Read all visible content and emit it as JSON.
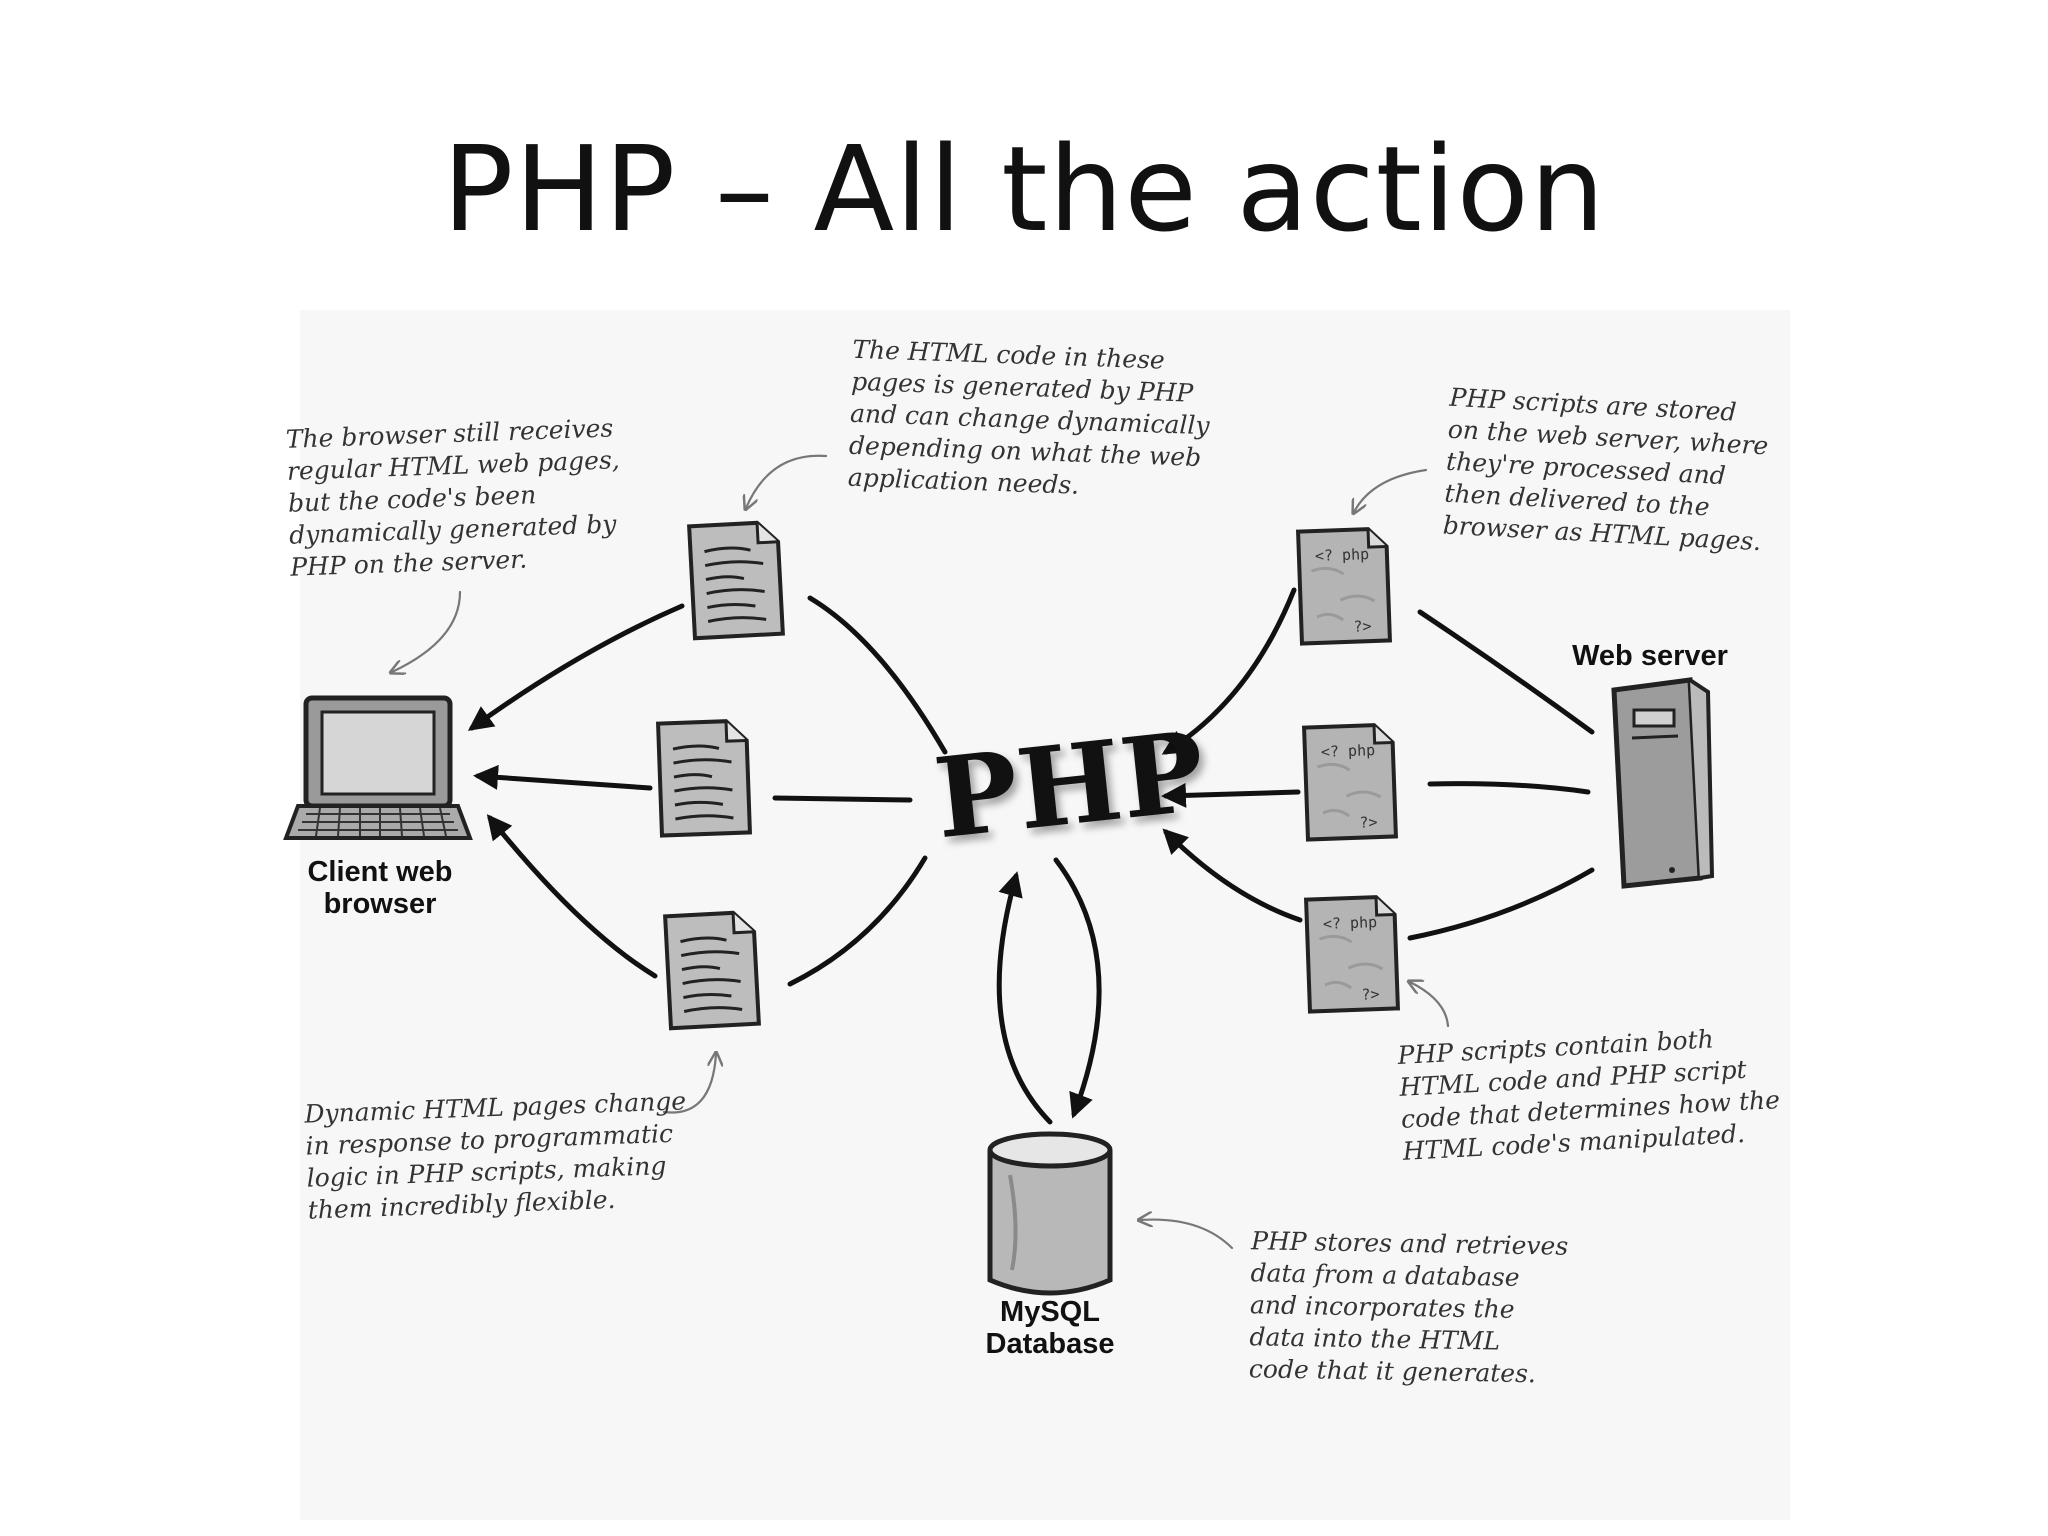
{
  "slide": {
    "title": "PHP – All the action"
  },
  "diagram": {
    "center": "PHP",
    "nodes": {
      "client": "Client web\nbrowser",
      "server": "Web server",
      "database": "MySQL\nDatabase"
    },
    "script_tag_open": "<? php",
    "script_tag_close": "?>",
    "notes": {
      "browser": "The browser still receives\nregular HTML web pages,\nbut the code's been\ndynamically generated by\nPHP on the server.",
      "html_code": "The HTML code in these\npages is generated by PHP\nand can change dynamically\ndepending on what the web\napplication needs.",
      "scripts_stored": "PHP scripts are stored\non the web server, where\nthey're processed and\nthen delivered to the\nbrowser as HTML pages.",
      "dynamic_pages": "Dynamic HTML pages change\nin response to programmatic\nlogic in PHP scripts, making\nthem incredibly flexible.",
      "scripts_contain": "PHP scripts contain both\nHTML code and PHP script\ncode that determines how the\nHTML code's manipulated.",
      "database": "PHP stores and retrieves\ndata from a database\nand incorporates the\ndata into the HTML\ncode that it generates."
    }
  }
}
